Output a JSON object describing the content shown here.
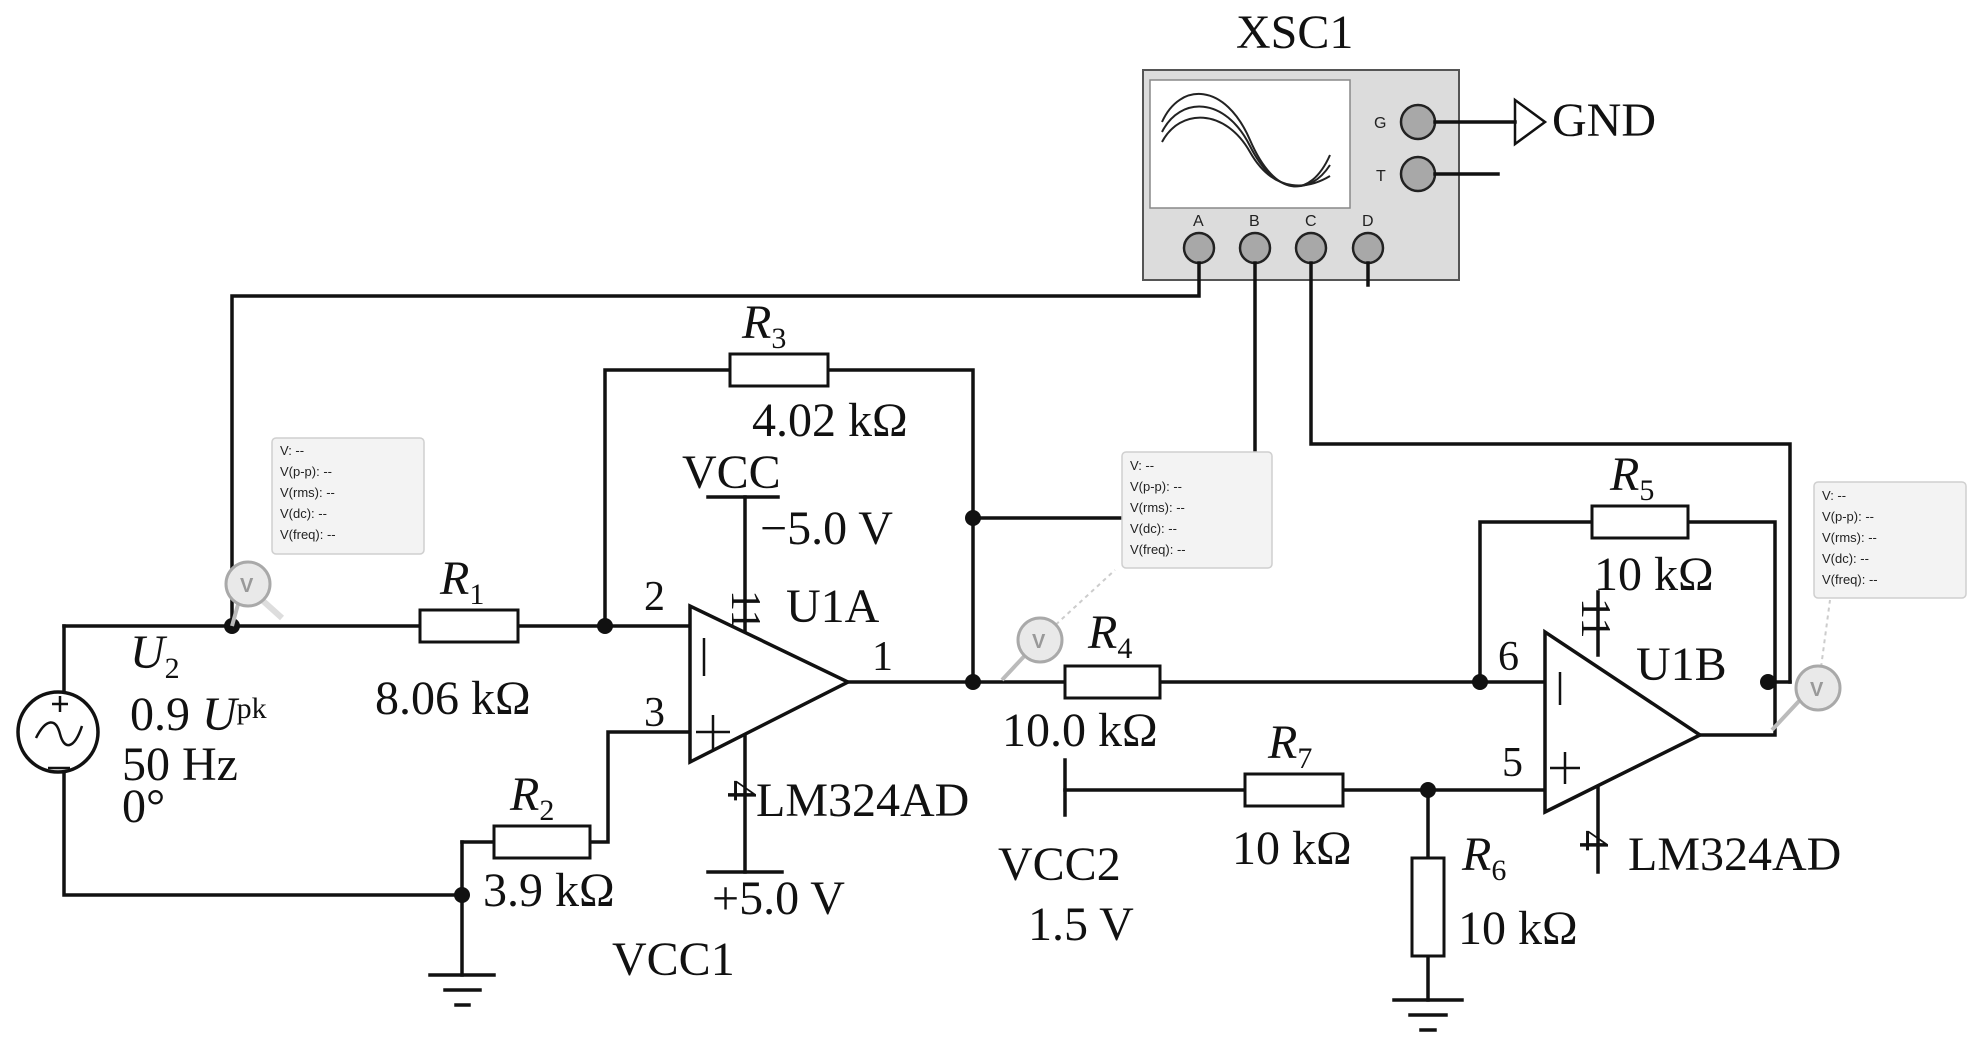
{
  "oscilloscope": {
    "name": "XSC1",
    "channels": [
      "A",
      "B",
      "C",
      "D"
    ],
    "ground_terminal": "G",
    "trigger_terminal": "T",
    "ground_label": "GND"
  },
  "source": {
    "name_main": "U",
    "name_sub": "2",
    "amplitude_num": "0.9",
    "amplitude_unit_main": "U",
    "amplitude_unit_sub": "pk",
    "frequency": "50 Hz",
    "phase": "0°"
  },
  "resistors": {
    "r1": {
      "name": "R",
      "sub": "1",
      "value": "8.06 kΩ"
    },
    "r2": {
      "name": "R",
      "sub": "2",
      "value": "3.9 kΩ"
    },
    "r3": {
      "name": "R",
      "sub": "3",
      "value": "4.02 kΩ"
    },
    "r4": {
      "name": "R",
      "sub": "4",
      "value": "10.0 kΩ"
    },
    "r5": {
      "name": "R",
      "sub": "5",
      "value": "10 kΩ"
    },
    "r6": {
      "name": "R",
      "sub": "6",
      "value": "10 kΩ"
    },
    "r7": {
      "name": "R",
      "sub": "7",
      "value": "10 kΩ"
    }
  },
  "opamps": {
    "u1a": {
      "name": "U1A",
      "part": "LM324AD",
      "pin_inv": "2",
      "pin_noninv": "3",
      "pin_out": "1",
      "pin_vpos": "11",
      "pin_vneg": "4"
    },
    "u1b": {
      "name": "U1B",
      "part": "LM324AD",
      "pin_inv": "6",
      "pin_noninv": "5",
      "pin_vpos": "11",
      "pin_vneg": "4"
    }
  },
  "supplies": {
    "vcc_name": "VCC",
    "vcc_value": "−5.0 V",
    "vcc1_name": "VCC1",
    "vcc1_value": "+5.0 V",
    "vcc2_name": "VCC2",
    "vcc2_value": "1.5 V"
  },
  "probes": {
    "readout_lines": [
      "V: --",
      "V(p-p): --",
      "V(rms): --",
      "V(dc): --",
      "V(freq): --"
    ],
    "symbol": "V"
  }
}
